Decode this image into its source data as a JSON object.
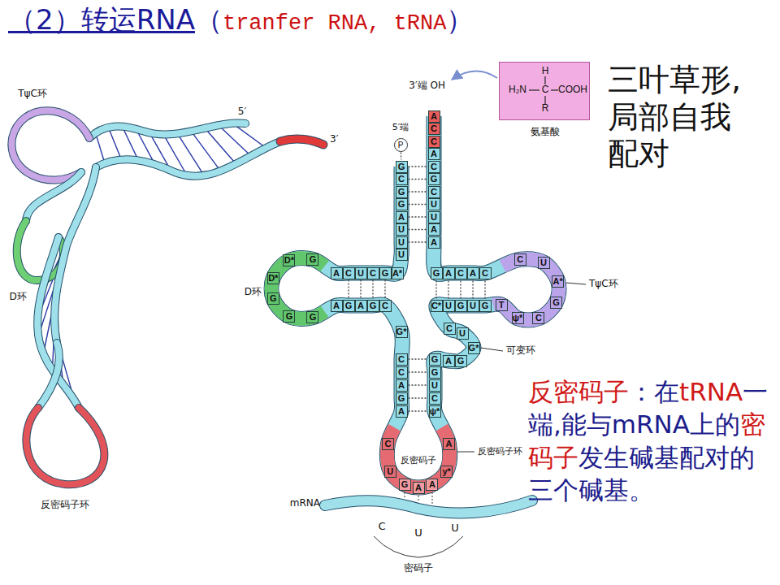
{
  "diagram": {
    "title": "（2）转运RNA",
    "nodes": [
      {
        "text": [
          "P"
        ]
      },
      {
        "text": [
          "G"
        ]
      },
      {
        "text": [
          "C"
        ]
      },
      {
        "text": [
          "G"
        ]
      },
      {
        "text": [
          "G"
        ]
      },
      {
        "text": [
          "A"
        ]
      },
      {
        "text": [
          "U"
        ]
      },
      {
        "text": [
          "U"
        ]
      },
      {
        "text": [
          "U"
        ]
      },
      {
        "text": [
          "A*"
        ]
      },
      {
        "text": [
          "G"
        ]
      },
      {
        "text": [
          "C"
        ]
      },
      {
        "text": [
          "U"
        ]
      },
      {
        "text": [
          "C"
        ]
      },
      {
        "text": [
          "A"
        ]
      },
      {
        "text": [
          "G"
        ]
      },
      {
        "text": [
          "D*"
        ]
      },
      {
        "text": [
          "D*"
        ]
      },
      {
        "text": [
          "G"
        ]
      },
      {
        "text": [
          "G"
        ]
      },
      {
        "text": [
          "G"
        ]
      },
      {
        "text": [
          "A"
        ]
      },
      {
        "text": [
          "G"
        ]
      },
      {
        "text": [
          "A"
        ]
      },
      {
        "text": [
          "G"
        ]
      },
      {
        "text": [
          "C"
        ]
      },
      {
        "text": [
          "G*"
        ]
      },
      {
        "text": [
          "C"
        ]
      },
      {
        "text": [
          "C"
        ]
      },
      {
        "text": [
          "A"
        ]
      },
      {
        "text": [
          "G"
        ]
      },
      {
        "text": [
          "A"
        ]
      },
      {
        "text": [
          "C"
        ]
      },
      {
        "text": [
          "U"
        ]
      },
      {
        "text": [
          "G"
        ]
      },
      {
        "text": [
          "A"
        ]
      },
      {
        "text": [
          "A"
        ]
      },
      {
        "text": [
          "y*"
        ]
      },
      {
        "text": [
          "A"
        ]
      },
      {
        "text": [
          "ψ*"
        ]
      },
      {
        "text": [
          "C"
        ]
      },
      {
        "text": [
          "U"
        ]
      },
      {
        "text": [
          "G"
        ]
      },
      {
        "text": [
          "G"
        ]
      },
      {
        "text": [
          "A"
        ]
      },
      {
        "text": [
          "G"
        ]
      },
      {
        "text": [
          "G*"
        ]
      },
      {
        "text": [
          "U"
        ]
      },
      {
        "text": [
          "C"
        ]
      },
      {
        "text": [
          "C*"
        ]
      },
      {
        "text": [
          "U"
        ]
      },
      {
        "text": [
          "G"
        ]
      },
      {
        "text": [
          "U"
        ]
      },
      {
        "text": [
          "G"
        ]
      },
      {
        "text": [
          "T"
        ]
      },
      {
        "text": [
          "ψ*"
        ]
      },
      {
        "text": [
          "C"
        ]
      },
      {
        "text": [
          "G"
        ]
      },
      {
        "text": [
          "A*"
        ]
      },
      {
        "text": [
          "U"
        ]
      },
      {
        "text": [
          "C"
        ]
      },
      {
        "text": [
          "C"
        ]
      },
      {
        "text": [
          "A"
        ]
      },
      {
        "text": [
          "C"
        ]
      },
      {
        "text": [
          "A"
        ]
      },
      {
        "text": [
          "G"
        ]
      },
      {
        "text": [
          "A"
        ]
      },
      {
        "text": [
          "A"
        ]
      },
      {
        "text": [
          "U"
        ]
      },
      {
        "text": [
          "U"
        ]
      },
      {
        "text": [
          "C"
        ]
      },
      {
        "text": [
          "G"
        ]
      },
      {
        "text": [
          "C"
        ]
      },
      {
        "text": [
          "A"
        ]
      },
      {
        "text": [
          "C"
        ]
      },
      {
        "text": [
          "C"
        ]
      },
      {
        "text": [
          "A"
        ]
      },
      {
        "text": [
          "H",
          "H₂N",
          "C",
          "COOH",
          "R",
          "氨基酸"
        ]
      }
    ],
    "edges": [
      {
        "from": 0,
        "to": 1,
        "arrow": "none"
      },
      {
        "from": 1,
        "to": 72,
        "arrow": "none"
      },
      {
        "from": 2,
        "to": 71,
        "arrow": "none"
      },
      {
        "from": 3,
        "to": 70,
        "arrow": "none"
      },
      {
        "from": 4,
        "to": 69,
        "arrow": "none"
      },
      {
        "from": 5,
        "to": 68,
        "arrow": "none"
      },
      {
        "from": 6,
        "to": 67,
        "arrow": "none"
      },
      {
        "from": 7,
        "to": 66,
        "arrow": "none"
      },
      {
        "from": 10,
        "to": 25,
        "arrow": "none"
      },
      {
        "from": 11,
        "to": 24,
        "arrow": "none"
      },
      {
        "from": 12,
        "to": 23,
        "arrow": "none"
      },
      {
        "from": 13,
        "to": 22,
        "arrow": "none"
      },
      {
        "from": 27,
        "to": 43,
        "arrow": "none"
      },
      {
        "from": 28,
        "to": 42,
        "arrow": "none"
      },
      {
        "from": 29,
        "to": 41,
        "arrow": "none"
      },
      {
        "from": 30,
        "to": 40,
        "arrow": "none"
      },
      {
        "from": 31,
        "to": 39,
        "arrow": "none"
      },
      {
        "from": 49,
        "to": 65,
        "arrow": "none"
      },
      {
        "from": 50,
        "to": 64,
        "arrow": "none"
      },
      {
        "from": 51,
        "to": 63,
        "arrow": "none"
      },
      {
        "from": 52,
        "to": 62,
        "arrow": "none"
      },
      {
        "from": 53,
        "to": 61,
        "arrow": "none"
      }
    ],
    "labels": [
      "（",
      "tranfer RNA, tRNA",
      "）",
      "三叶草形,局部自我配对",
      "TψC环",
      "5′",
      "3′",
      "D环",
      "反密码子环",
      "3′端 OH",
      "5′端",
      "D环",
      "TψC环",
      "可变环",
      "反密码子环",
      "反密码子",
      "mRNA",
      "C",
      "U",
      "U",
      "密码子",
      "反密码子",
      "：在",
      "tRNA",
      "一端,能与mRNA上的",
      "密码子",
      "发生碱基配对的三个碱基。"
    ]
  }
}
